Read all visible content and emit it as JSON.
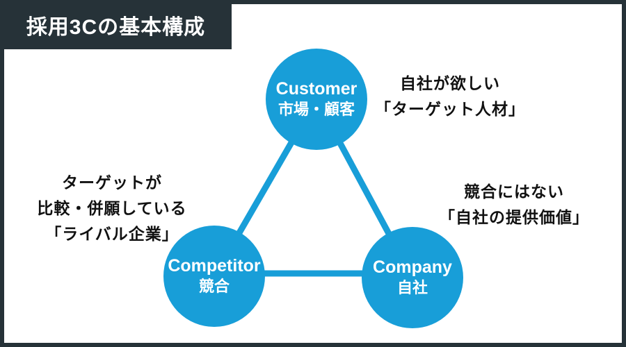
{
  "title": {
    "text": "採用3Cの基本構成"
  },
  "colors": {
    "accent": "#189ED8",
    "dark": "#263238",
    "note_text": "#111111",
    "circle_text": "#FFFFFF"
  },
  "nodes": {
    "customer": {
      "en": "Customer",
      "ja": "市場・顧客"
    },
    "competitor": {
      "en": "Competitor",
      "ja": "競合"
    },
    "company": {
      "en": "Company",
      "ja": "自社"
    }
  },
  "annotations": {
    "customer": {
      "lines": [
        "自社が欲しい",
        "「ターゲット人材」"
      ]
    },
    "competitor": {
      "lines": [
        "ターゲットが",
        "比較・併願している",
        "「ライバル企業」"
      ]
    },
    "company": {
      "lines": [
        "競合にはない",
        "「自社の提供価値」"
      ]
    }
  }
}
